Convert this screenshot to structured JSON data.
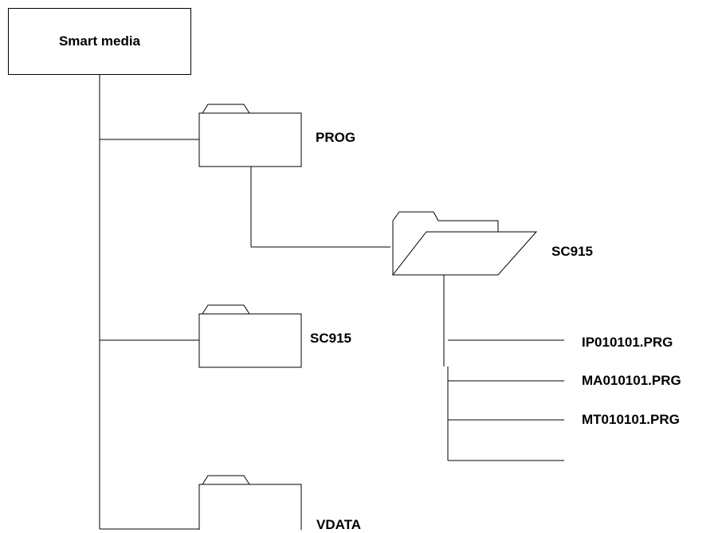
{
  "root": {
    "label": "Smart media"
  },
  "folders": {
    "prog": {
      "label": "PROG",
      "icon": "folder-closed-icon"
    },
    "sc915_open": {
      "label": "SC915",
      "icon": "folder-open-icon"
    },
    "sc915": {
      "label": "SC915",
      "icon": "folder-closed-icon"
    },
    "vdata": {
      "label": "VDATA",
      "icon": "folder-closed-icon"
    }
  },
  "files": [
    {
      "label": "IP010101.PRG"
    },
    {
      "label": "MA010101.PRG"
    },
    {
      "label": "MT010101.PRG"
    }
  ],
  "colors": {
    "stroke": "#000000",
    "background": "#ffffff"
  }
}
